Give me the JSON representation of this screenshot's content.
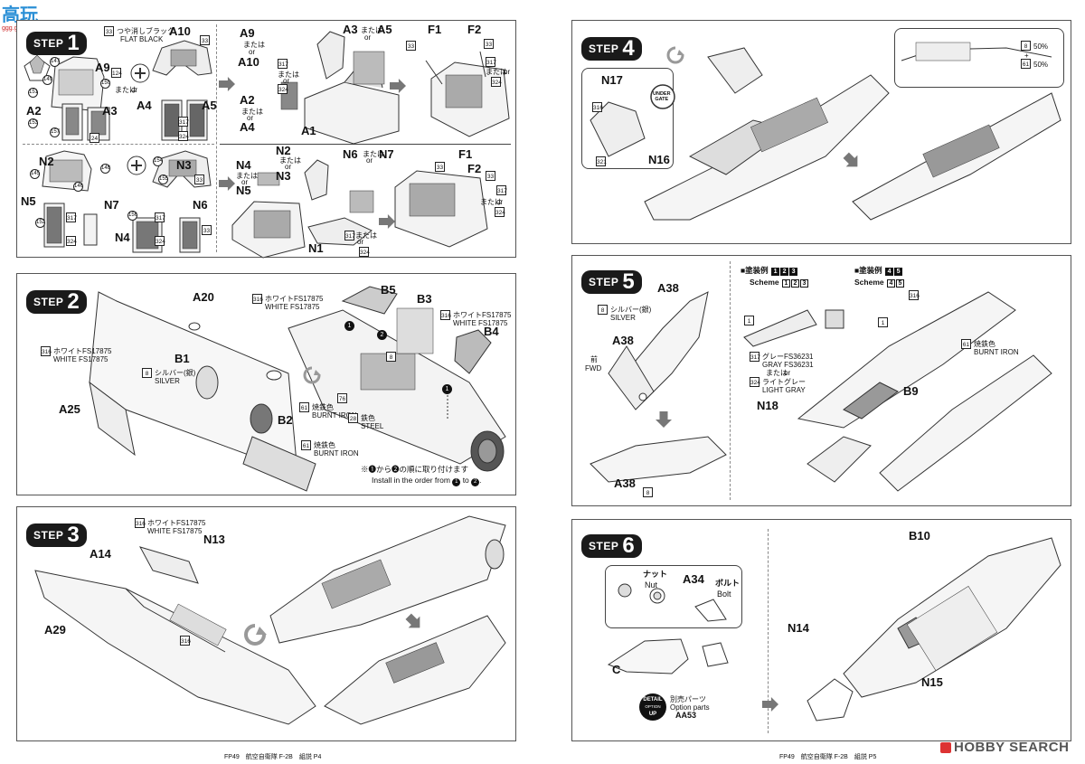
{
  "watermark": {
    "top": "高玩",
    "bottom": "ggg.gaoshou.com"
  },
  "step1": {
    "step_word": "STEP",
    "step_num": "1",
    "flat_black_jp": "つや消しブラック",
    "flat_black_en": "FLAT BLACK",
    "flat_black_num": "33",
    "labels": {
      "a10": "A10",
      "a9": "A9",
      "a2": "A2",
      "a3": "A3",
      "a4": "A4",
      "a5": "A5",
      "a1": "A1",
      "a9b": "A9",
      "a10b": "A10",
      "a2b": "A2",
      "a4b": "A4",
      "a3b": "A3",
      "a5b": "A5",
      "f1": "F1",
      "f2": "F2",
      "n2": "N2",
      "n3": "N3",
      "n5": "N5",
      "n7": "N7",
      "n6": "N6",
      "n4": "N4",
      "n1": "N1",
      "n2b": "N2",
      "n3b": "N3",
      "n4b": "N4",
      "n5b": "N5",
      "n6b": "N6",
      "n7b": "N7",
      "f1b": "F1",
      "f2b": "F2"
    },
    "or_jp": "または",
    "or_en": "or",
    "nums": [
      "147",
      "149",
      "150",
      "151",
      "153",
      "157",
      "124",
      "33",
      "24",
      "317",
      "324",
      "145",
      "146",
      "148",
      "152",
      "154",
      "155",
      "156"
    ]
  },
  "step2": {
    "step_word": "STEP",
    "step_num": "2",
    "labels": {
      "a20": "A20",
      "a25": "A25",
      "b1": "B1",
      "b2": "B2",
      "b3": "B3",
      "b4": "B4",
      "b5": "B5"
    },
    "white_jp": "ホワイトFS17875",
    "white_en": "WHITE FS17875",
    "white_num": "316",
    "silver_jp": "シルバー(銀)",
    "silver_en": "SILVER",
    "silver_num": "8",
    "burnt_jp": "焼鉄色",
    "burnt_en": "BURNT IRON",
    "burnt_num": "61",
    "steel_jp": "鉄色",
    "steel_en": "STEEL",
    "steel_num": "28",
    "order_jp": "※❶から❷の順に取り付けます",
    "order_en_a": "Install in the order from",
    "order_en_b": "to",
    "order_1": "1",
    "order_2": "2",
    "num_76": "76",
    "num_8": "8"
  },
  "step3": {
    "step_word": "STEP",
    "step_num": "3",
    "labels": {
      "a14": "A14",
      "a29": "A29",
      "n13": "N13"
    },
    "white_jp": "ホワイトFS17875",
    "white_en": "WHITE FS17875",
    "white_num": "316",
    "num_b": "316"
  },
  "step4": {
    "step_word": "STEP",
    "step_num": "4",
    "labels": {
      "n17": "N17",
      "n16": "N16"
    },
    "under_gate_1": "UNDER",
    "under_gate_2": "GATE",
    "num_a": "316",
    "num_b": "321",
    "mix_a": "8",
    "mix_a_pct": "50%",
    "mix_plus": "+",
    "mix_b": "61",
    "mix_b_pct": "50%"
  },
  "step5": {
    "step_word": "STEP",
    "step_num": "5",
    "labels": {
      "a38": "A38",
      "a38b": "A38",
      "a38c": "A38",
      "b9": "B9",
      "n18": "N18"
    },
    "silver_jp": "シルバー(銀)",
    "silver_en": "SILVER",
    "silver_num": "8",
    "fwd_jp": "前",
    "fwd_en": "FWD",
    "bottom_num": "8",
    "scheme_a_jp": "■塗装例",
    "scheme_a_nums": [
      "1",
      "2",
      "3"
    ],
    "scheme_en": "Scheme",
    "scheme_b_jp": "■塗装例",
    "scheme_b_nums": [
      "4",
      "5"
    ],
    "small_num_1": "1",
    "small_num_2": "1",
    "small_num_316": "316",
    "gray_jp": "グレーFS36231",
    "gray_en": "GRAY FS36231",
    "gray_num": "317",
    "or_jp": "または",
    "or_en": "or",
    "lgray_jp": "ライトグレー",
    "lgray_en": "LIGHT GRAY",
    "lgray_num": "324",
    "burnt_jp": "焼鉄色",
    "burnt_en": "BURNT IRON",
    "burnt_num": "61"
  },
  "step6": {
    "step_word": "STEP",
    "step_num": "6",
    "labels": {
      "a34": "A34",
      "c": "C",
      "b10": "B10",
      "n14": "N14",
      "n15": "N15"
    },
    "nut_jp": "ナット",
    "nut_en": "Nut",
    "bolt_jp": "ボルト",
    "bolt_en": "Bolt",
    "detail_1": "DETAIL",
    "detail_2": "OPTION",
    "detail_3": "UP",
    "option_jp": "別売パーツ",
    "option_en": "Option parts",
    "option_part": "AA53"
  },
  "footer_left": "FP49　航空自衛隊 F-2B　組説 P4",
  "footer_right": "FP49　航空自衛隊 F-2B　組説 P5",
  "brand": {
    "text": "HOBBY SEARCH"
  }
}
